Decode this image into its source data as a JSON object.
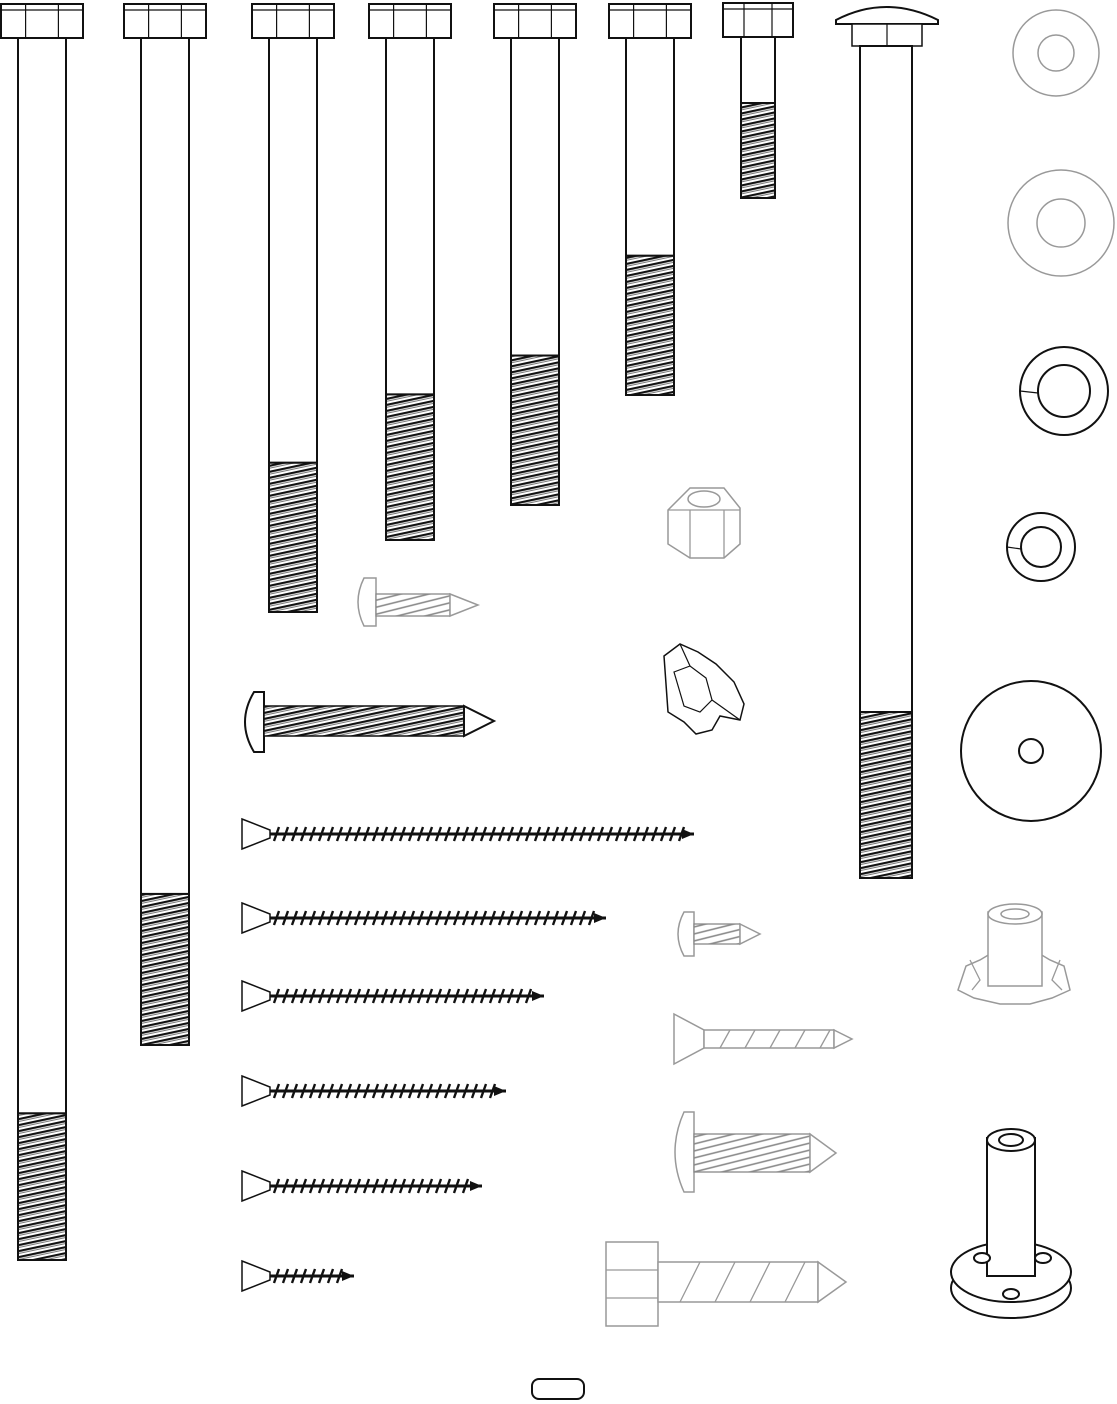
{
  "sheet": {
    "page_label": "",
    "colors": {
      "ink": "#111111",
      "faint_ink": "#999999",
      "paper": "#ffffff"
    }
  },
  "hex_bolts": [
    {
      "name": "hex-bolt-1",
      "thread_fraction": 0.12
    },
    {
      "name": "hex-bolt-2",
      "thread_fraction": 0.15
    },
    {
      "name": "hex-bolt-3",
      "thread_fraction": 0.26
    },
    {
      "name": "hex-bolt-4",
      "thread_fraction": 0.29
    },
    {
      "name": "hex-bolt-5",
      "thread_fraction": 0.32
    },
    {
      "name": "hex-bolt-6",
      "thread_fraction": 0.39
    },
    {
      "name": "hex-bolt-7",
      "thread_fraction": 0.59
    }
  ],
  "carriage_bolt": {
    "name": "carriage-bolt",
    "thread_fraction": 0.2
  },
  "washers": [
    "flat-washer-small",
    "flat-washer-large",
    "lock-washer-large",
    "lock-washer-small",
    "fender-washer"
  ],
  "nuts": [
    "nylon-lock-nut",
    "tee-nut-small",
    "tee-nut-round",
    "tee-nut-prong",
    "round-base-tee-nut"
  ],
  "wood_screws": [
    "wood-screw-1",
    "wood-screw-2",
    "wood-screw-3",
    "wood-screw-4",
    "wood-screw-5",
    "wood-screw-6"
  ],
  "pan_head_screws": [
    "pan-head-screw-1",
    "pan-head-screw-2",
    "pan-head-screw-3",
    "pan-head-screw-4"
  ],
  "other_screws": [
    "flat-head-screw",
    "hex-lag-screw"
  ]
}
